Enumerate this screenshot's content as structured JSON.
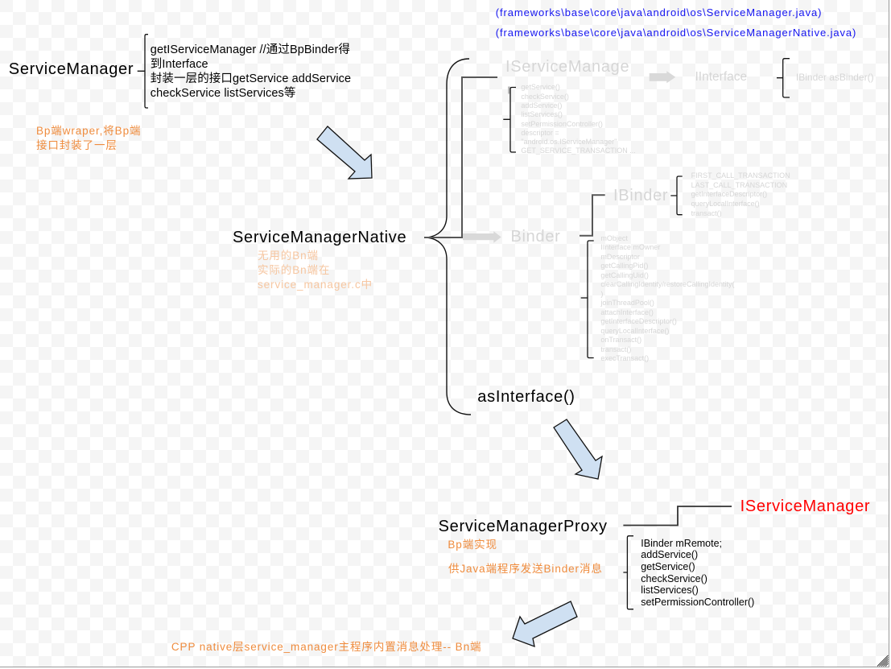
{
  "source_files": {
    "service_manager": "(frameworks\\base\\core\\java\\android\\os\\ServiceManager.java)",
    "service_manager_native": "(frameworks\\base\\core\\java\\android\\os\\ServiceManagerNative.java)"
  },
  "service_manager": {
    "title": "ServiceManager",
    "details": [
      "getIServiceManager //通过BpBinder得",
      "到Interface",
      "封装一层的接口getService addService",
      "checkService listServices等"
    ],
    "note": [
      "Bp端wraper,将Bp端",
      "接口封装了一层"
    ]
  },
  "service_manager_native": {
    "title": "ServiceManagerNative",
    "note": [
      "无用的Bn端",
      "实际的Bn端在",
      "service_manager.c中"
    ],
    "iservice_manager_branch": {
      "title": "IServiceManage",
      "members": [
        "getService()",
        "checkService()",
        "addService()",
        "listServices()",
        "setPermissionController()",
        "descriptor =",
        "\"android.os.IServiceManager\"",
        "GET_SERVICE_TRANSACTION ..."
      ],
      "extends": {
        "title": "IInterface",
        "members": [
          "IBinder asBinder()"
        ]
      }
    },
    "binder_branch": {
      "title": "Binder",
      "members": [
        "mObject",
        "IInterface mOwner",
        "mDescriptor",
        "getCallingPid()",
        "getCallingUid()",
        "clearCallingIdentity/restoreCallingIdentity(",
        ")",
        "joinThreadPool()",
        "attachInterface()",
        "getInterfaceDescriptor()",
        "queryLocalInterface()",
        "onTransact()",
        "transact()",
        "execTransact()"
      ],
      "implements": {
        "title": "IBinder",
        "members": [
          "FIRST_CALL_TRANSACTION",
          "LAST_CALL_TRANSACTION",
          "getInterfaceDescriptor()",
          "queryLocalInterface()",
          "transact()"
        ]
      }
    },
    "as_interface": "asInterface()"
  },
  "service_manager_proxy": {
    "title": "ServiceManagerProxy",
    "note": [
      "Bp端实现",
      "供Java端程序发送Binder消息"
    ],
    "interface": "IServiceManager",
    "members": [
      "IBinder mRemote;",
      "addService()",
      "getService()",
      "checkService()",
      "listServices()",
      "setPermissionController()"
    ]
  },
  "native_note": "CPP native层service_manager主程序内置消息处理-- Bn端",
  "colors": {
    "text": "#000000",
    "path_text": "#1414f0",
    "note_text": "#ef8c3e",
    "faded_note_text": "#f6c6a0",
    "faded_node_text": "#d6d6d6",
    "highlight_text": "#ff0000",
    "flow_arrow_fill": "#cfe0f2",
    "inherit_arrow_fill": "#d9d9d9"
  }
}
